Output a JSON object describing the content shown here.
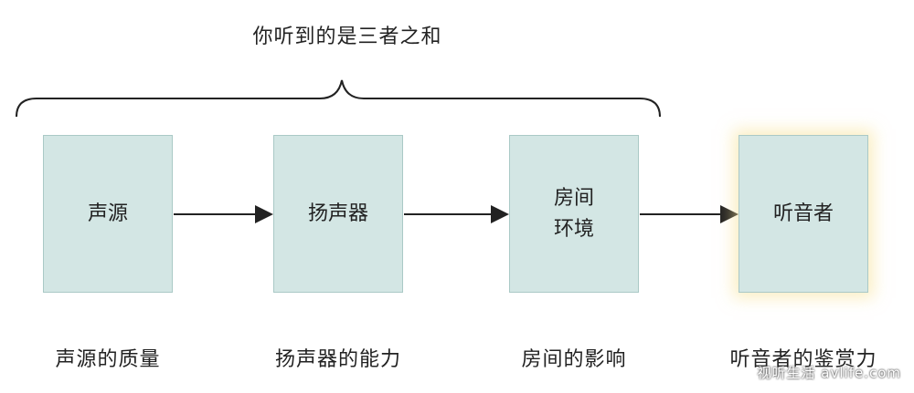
{
  "title": "你听到的是三者之和",
  "boxes": [
    {
      "label": "声源"
    },
    {
      "label": "扬声器"
    },
    {
      "label": "房间\n环境"
    },
    {
      "label": "听音者"
    }
  ],
  "captions": [
    "声源的质量",
    "扬声器的能力",
    "房间的影响",
    "听音者的鉴赏力"
  ],
  "watermark": "视听生活 avlife.com",
  "colors": {
    "box_fill": "#d3e6e4",
    "box_border": "#aac9c6",
    "arrow": "#222222",
    "glow": "#f8e296"
  }
}
